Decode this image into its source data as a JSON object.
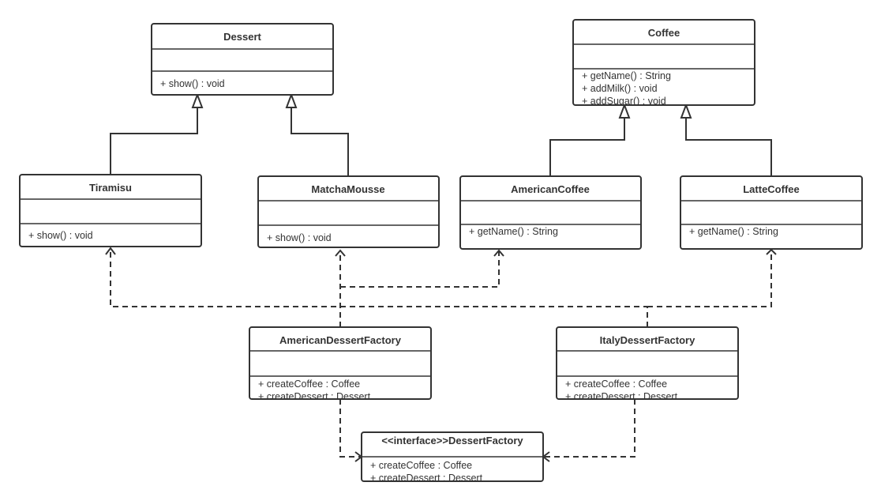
{
  "classes": {
    "dessert": {
      "name": "Dessert",
      "members": [
        "+ show() : void"
      ]
    },
    "coffee": {
      "name": "Coffee",
      "members": [
        "+ getName() : String",
        "+ addMilk() : void",
        "+ addSugar() : void"
      ]
    },
    "tiramisu": {
      "name": "Tiramisu",
      "members": [
        "+ show() : void"
      ]
    },
    "matcha_mousse": {
      "name": "MatchaMousse",
      "members": [
        "+ show() : void"
      ]
    },
    "american_coffee": {
      "name": "AmericanCoffee",
      "members": [
        "+ getName() : String"
      ]
    },
    "latte_coffee": {
      "name": "LatteCoffee",
      "members": [
        "+ getName() : String"
      ]
    },
    "american_dessert_factory": {
      "name": "AmericanDessertFactory",
      "members": [
        "+ createCoffee : Coffee",
        "+ createDessert : Dessert"
      ]
    },
    "italy_dessert_factory": {
      "name": "ItalyDessertFactory",
      "members": [
        "+ createCoffee : Coffee",
        "+ createDessert : Dessert"
      ]
    },
    "dessert_factory": {
      "name": "<<interface>>DessertFactory",
      "members": [
        "+ createCoffee : Coffee",
        "+ createDessert : Dessert"
      ]
    }
  }
}
